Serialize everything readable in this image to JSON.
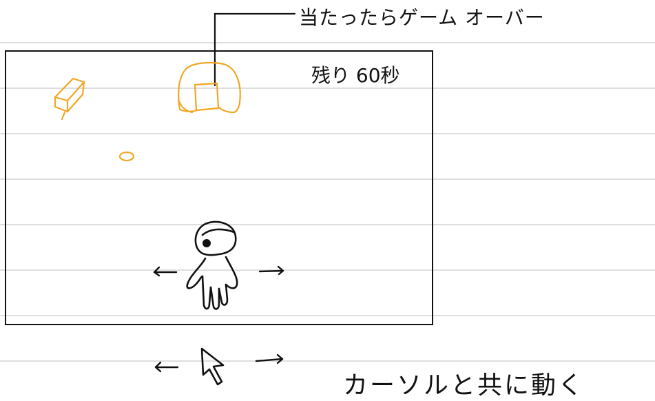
{
  "annotations": {
    "game_over_note": "当たったらゲーム オーバー",
    "timer": "残り 60秒",
    "cursor_note": "カーソルと共に動く"
  },
  "colors": {
    "ink": "#111111",
    "object_orange": "#f2a623",
    "rule_line": "#dedede",
    "background": "#ffffff"
  },
  "icons": {
    "falling_objects": [
      "tilted-box-icon",
      "ring-icon",
      "bucket-icon"
    ],
    "player": "player-character-icon",
    "pointer": "mouse-cursor-icon",
    "arrows": [
      "arrow-left-icon",
      "arrow-right-icon"
    ]
  }
}
